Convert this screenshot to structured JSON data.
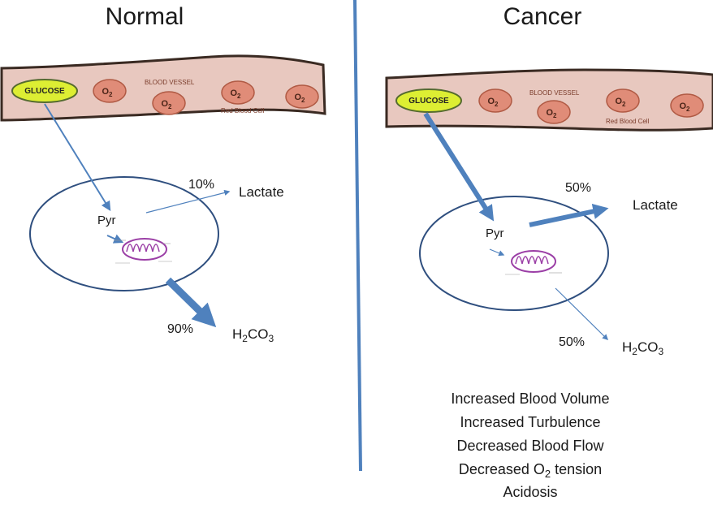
{
  "colors": {
    "vessel_fill": "#e8c8bf",
    "vessel_stroke": "#3a2a22",
    "rbc_fill": "#e08c78",
    "rbc_stroke": "#b05a44",
    "glucose_fill": "#ddee33",
    "arrow": "#4f81bd",
    "cell_stroke": "#2f4f7f",
    "divider": "#4f81bd",
    "mito": "#9b3fa6"
  },
  "normal": {
    "title": "Normal",
    "glucose": "GLUCOSE",
    "blood_vessel_label": "BLOOD VESSEL",
    "red_blood_cell_label": "Red Blood Cell",
    "o2": "O",
    "o2_sub": "2",
    "pyr": "Pyr",
    "lactate_pct": "10%",
    "lactate": "Lactate",
    "h2co3_pct": "90%",
    "h2co3_h": "H",
    "h2co3_2": "2",
    "h2co3_co": "CO",
    "h2co3_3": "3"
  },
  "cancer": {
    "title": "Cancer",
    "glucose": "GLUCOSE",
    "blood_vessel_label": "BLOOD VESSEL",
    "red_blood_cell_label": "Red Blood Cell",
    "o2": "O",
    "o2_sub": "2",
    "pyr": "Pyr",
    "lactate_pct": "50%",
    "lactate": "Lactate",
    "h2co3_pct": "50%",
    "h2co3_h": "H",
    "h2co3_2": "2",
    "h2co3_co": "CO",
    "h2co3_3": "3",
    "effects": {
      "line1": "Increased Blood Volume",
      "line2": "Increased Turbulence",
      "line3": "Decreased Blood Flow",
      "line4_pre": "Decreased O",
      "line4_sub": "2",
      "line4_post": " tension",
      "line5": "Acidosis"
    }
  }
}
